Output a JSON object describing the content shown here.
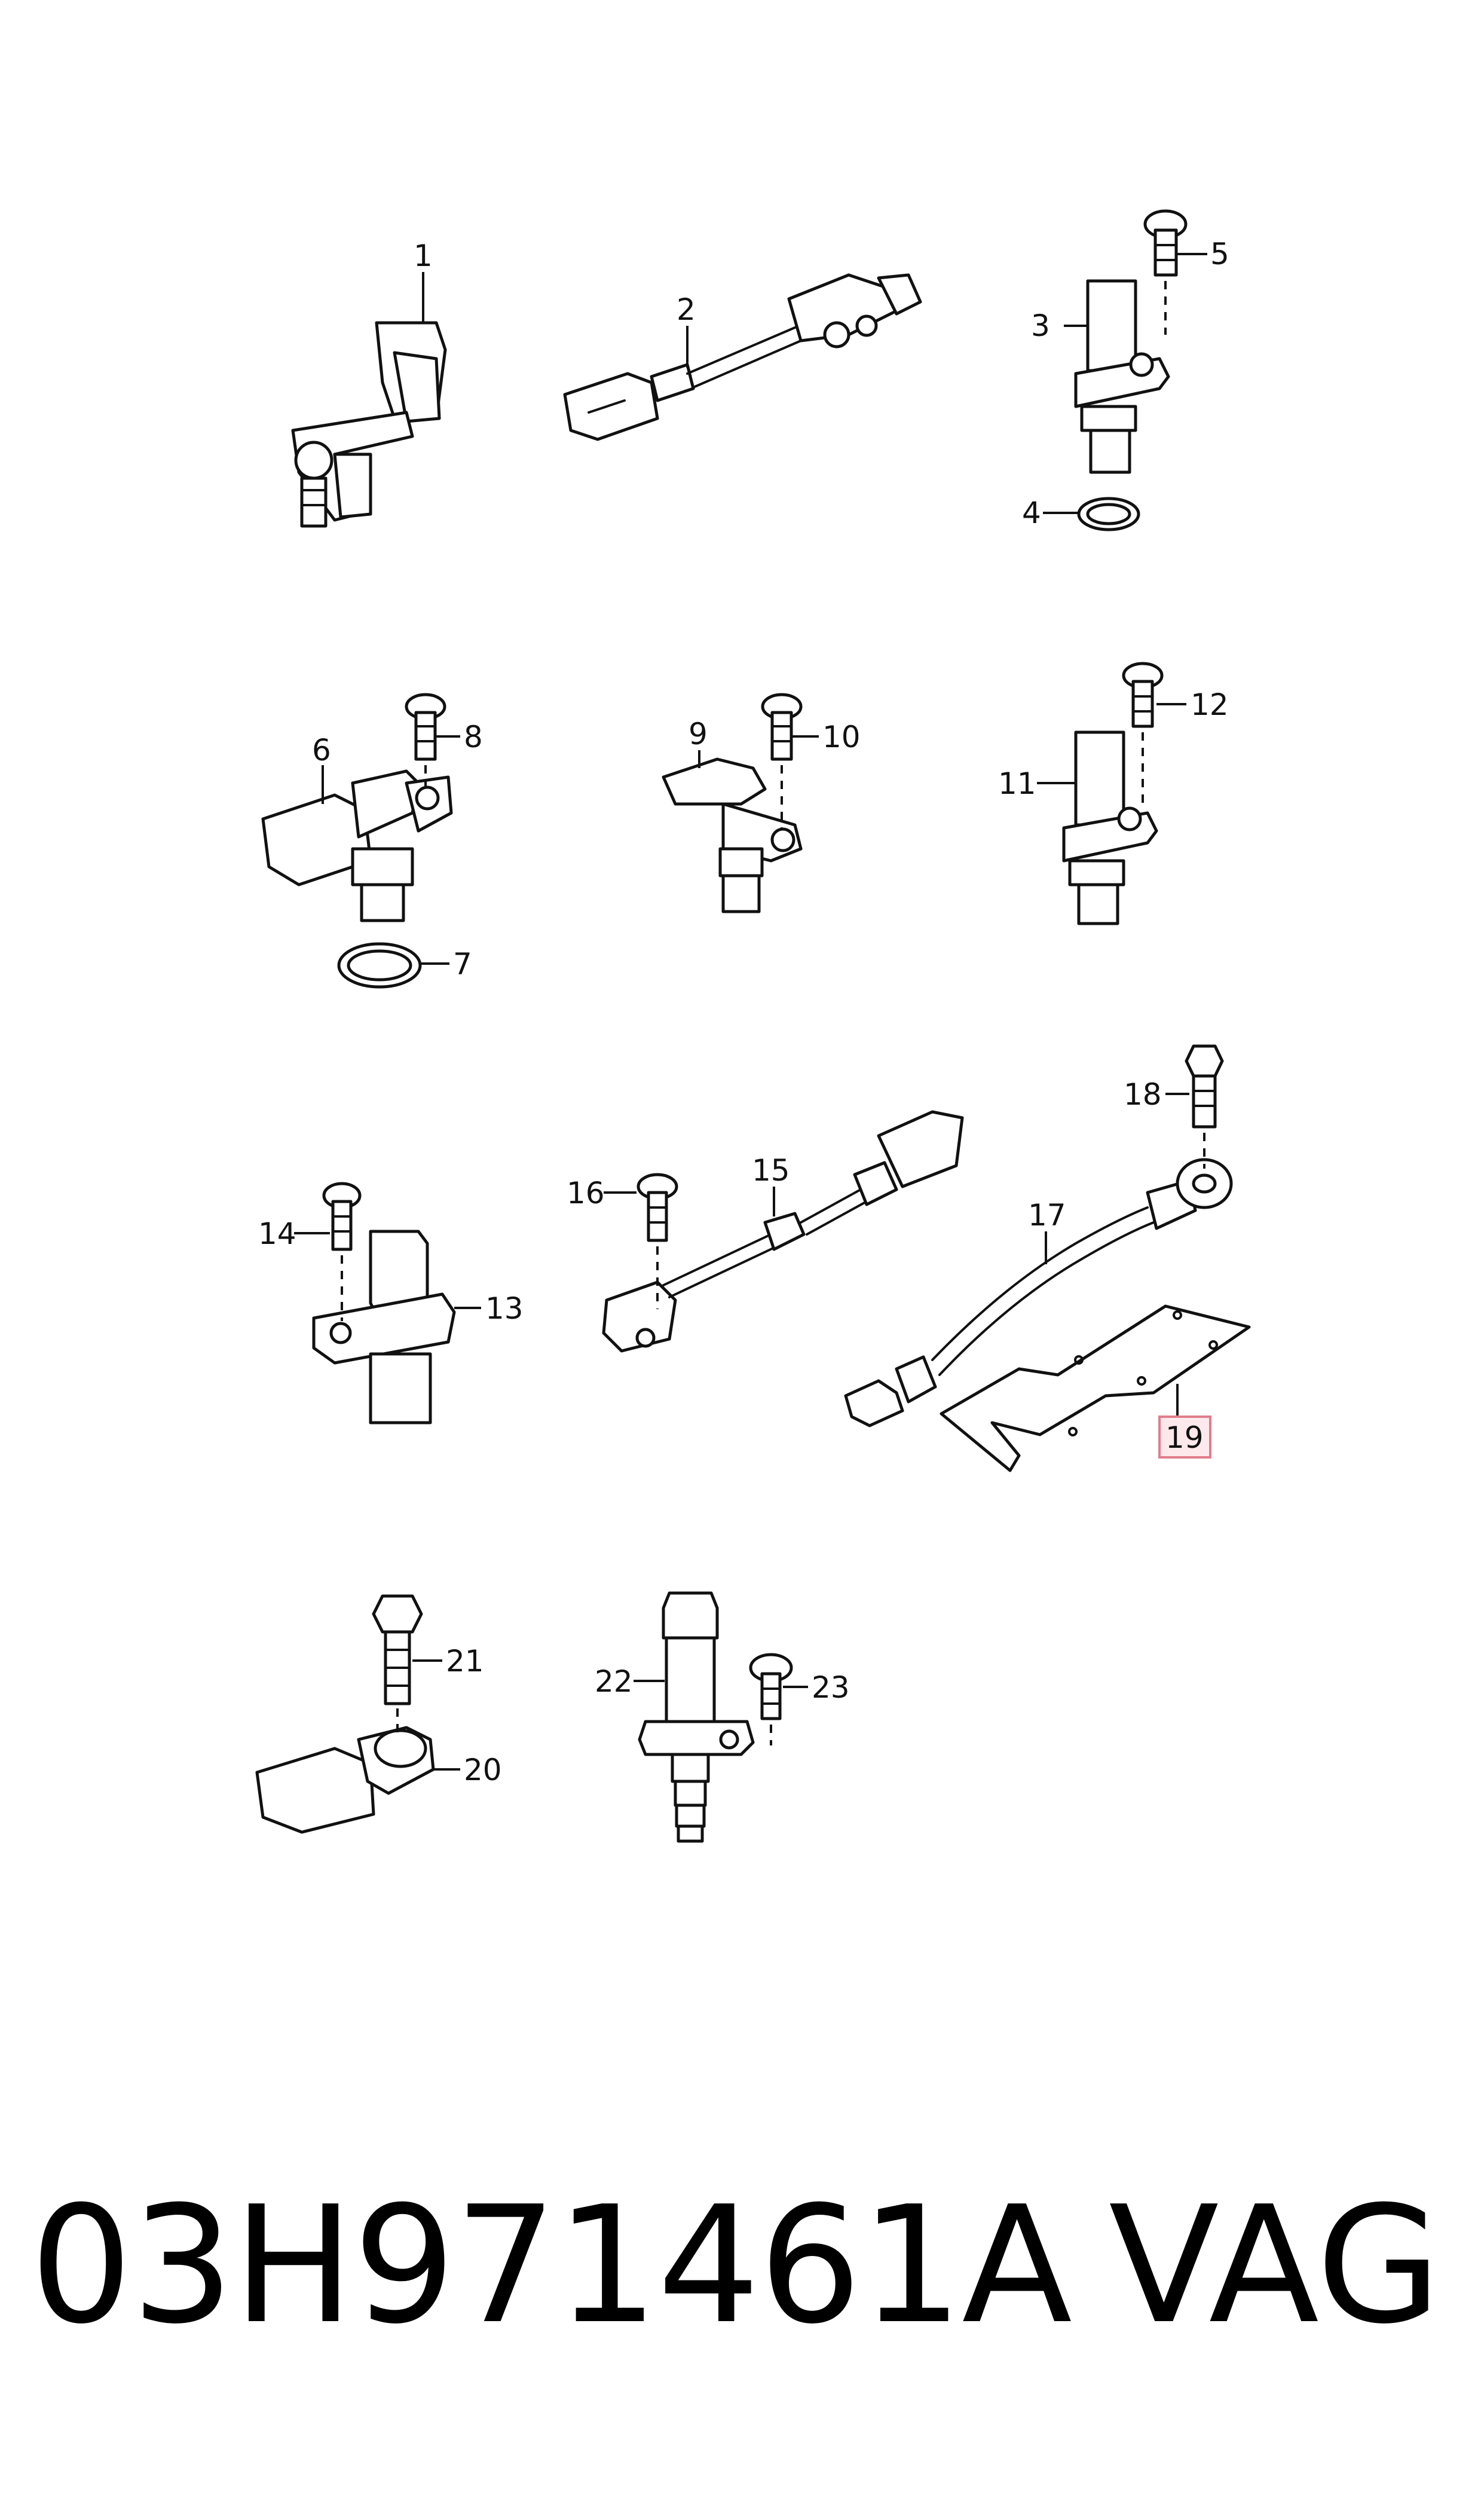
{
  "callouts": {
    "c1": "1",
    "c2": "2",
    "c3": "3",
    "c4": "4",
    "c5": "5",
    "c6": "6",
    "c7": "7",
    "c8": "8",
    "c9": "9",
    "c10": "10",
    "c11": "11",
    "c12": "12",
    "c13": "13",
    "c14": "14",
    "c15": "15",
    "c16": "16",
    "c17": "17",
    "c18": "18",
    "c19": "19",
    "c20": "20",
    "c21": "21",
    "c22": "22",
    "c23": "23"
  },
  "highlight": {
    "callout": "19",
    "fill_color": "#fde9ec",
    "border_color": "#e07d8c"
  },
  "footer": {
    "part_number": "03H971461A",
    "brand": "VAG"
  }
}
